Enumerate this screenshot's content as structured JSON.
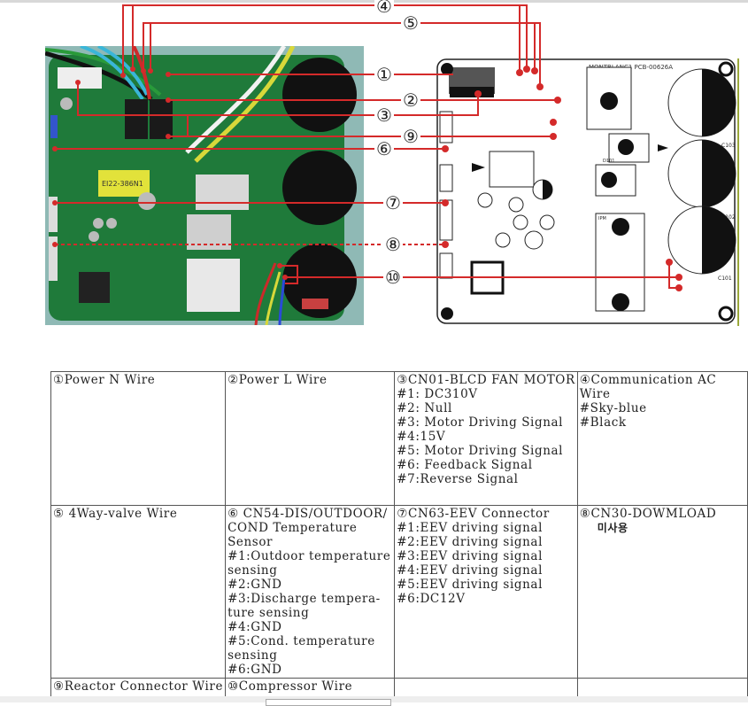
{
  "diagram": {
    "callouts": [
      "①",
      "②",
      "③",
      "④",
      "⑤",
      "⑥",
      "⑦",
      "⑧",
      "⑨",
      "⑩"
    ],
    "photo_label": "EI22-386N1",
    "schematic_label": "MONTBLANC1 PCB-00626A",
    "capacitor_labels": [
      "C103",
      "C102",
      "C101"
    ],
    "ipm_label": "IPM",
    "diode_label": "D101",
    "line_color": "#d42a2a",
    "pcb_color": "#1f7a3a"
  },
  "legend": {
    "cells": [
      {
        "title": "①Power N Wire",
        "lines": []
      },
      {
        "title": "②Power L Wire",
        "lines": []
      },
      {
        "title": "③CN01-BLCD FAN MOTOR",
        "lines": [
          "#1: DC310V",
          "#2: Null",
          "#3: Motor Driving Signal",
          "#4:15V",
          "#5: Motor Driving Signal",
          "#6: Feedback Signal",
          "#7:Reverse Signal"
        ]
      },
      {
        "title": "④Communication AC Wire",
        "lines": [
          "#Sky-blue",
          "#Black"
        ]
      },
      {
        "title": "⑤ 4Way-valve Wire",
        "lines": []
      },
      {
        "title": "⑥ CN54-DIS/OUTDOOR/ COND  Temperature Sensor",
        "lines": [
          "#1:Outdoor temperature sensing",
          "#2:GND",
          "#3:Discharge tempera-ture sensing",
          "#4:GND",
          "#5:Cond. temperature sensing",
          "#6:GND"
        ]
      },
      {
        "title": "⑦CN63-EEV Connector",
        "lines": [
          "#1:EEV driving signal",
          "#2:EEV driving signal",
          "#3:EEV driving signal",
          "#4:EEV driving signal",
          "#5:EEV driving signal",
          "#6:DC12V"
        ]
      },
      {
        "title": "⑧CN30-DOWMLOAD",
        "lines": [
          "미사용"
        ]
      },
      {
        "title": "⑨Reactor Connector Wire",
        "lines": []
      },
      {
        "title": "⑩Compressor Wire",
        "lines": []
      },
      {
        "title": "",
        "lines": []
      },
      {
        "title": "",
        "lines": []
      }
    ]
  }
}
